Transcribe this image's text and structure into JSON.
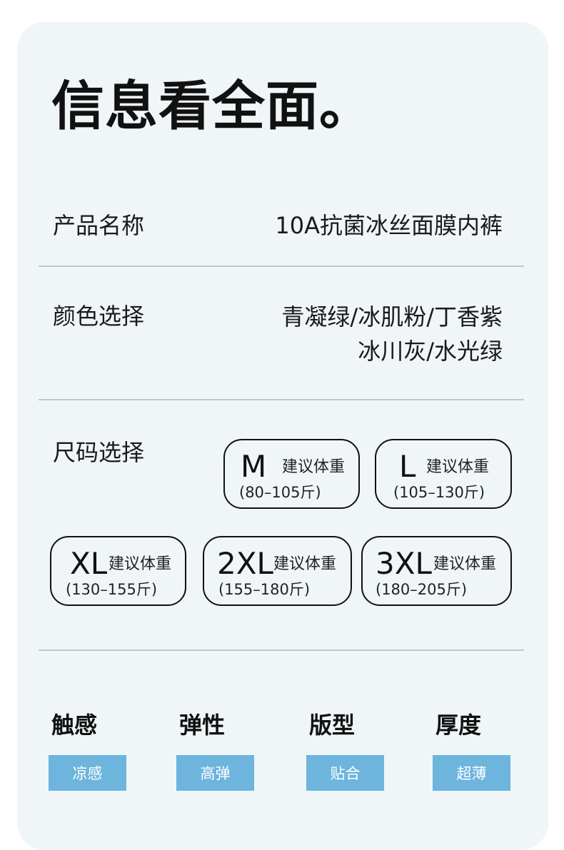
{
  "title": "信息看全面。",
  "product": {
    "label": "产品名称",
    "value": "10A抗菌冰丝面膜内裤"
  },
  "colors": {
    "label": "颜色选择",
    "line1": "青凝绿/冰肌粉/丁香紫",
    "line2": "冰川灰/水光绿"
  },
  "sizes": {
    "label": "尺码选择",
    "note": "建议体重",
    "items": [
      {
        "code": "M",
        "range": "(80–105斤)"
      },
      {
        "code": "L",
        "range": "(105–130斤)"
      },
      {
        "code": "XL",
        "range": "(130–155斤)"
      },
      {
        "code": "2XL",
        "range": "(155–180斤)"
      },
      {
        "code": "3XL",
        "range": "(180–205斤)"
      }
    ]
  },
  "features": [
    {
      "title": "触感",
      "tag": "凉感"
    },
    {
      "title": "弹性",
      "tag": "高弹"
    },
    {
      "title": "版型",
      "tag": "贴合"
    },
    {
      "title": "厚度",
      "tag": "超薄"
    }
  ],
  "colors_ui": {
    "card_bg": "#f0f5f8",
    "tag_bg": "#6db5dc",
    "text": "#111111",
    "divider": "#c4c8cc"
  }
}
